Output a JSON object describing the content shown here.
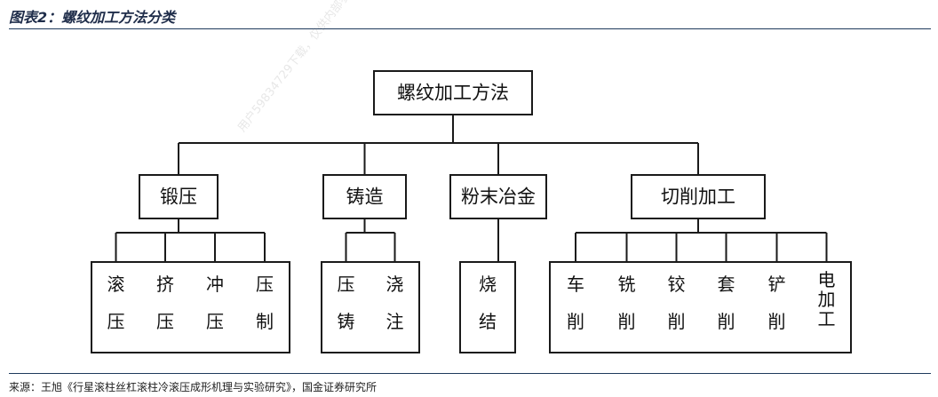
{
  "figure": {
    "title": "图表2：螺纹加工方法分类",
    "source": "来源：王旭《行星滚柱丝杠滚柱冷滚压成形机理与实验研究》，国金证券研究所",
    "watermark": "用户59834729下载，仅供内部参考"
  },
  "tree": {
    "root": "螺纹加工方法",
    "categories": [
      {
        "name": "锻压",
        "children": [
          [
            "滚",
            "压"
          ],
          [
            "挤",
            "压"
          ],
          [
            "冲",
            "压"
          ],
          [
            "压",
            "制"
          ]
        ]
      },
      {
        "name": "铸造",
        "children": [
          [
            "压",
            "铸"
          ],
          [
            "浇",
            "注"
          ]
        ]
      },
      {
        "name": "粉末冶金",
        "children": [
          [
            "烧",
            "结"
          ]
        ]
      },
      {
        "name": "切削加工",
        "children": [
          [
            "车",
            "削"
          ],
          [
            "铣",
            "削"
          ],
          [
            "铰",
            "削"
          ],
          [
            "套",
            "削"
          ],
          [
            "铲",
            "削"
          ],
          [
            "电",
            "加",
            "工"
          ]
        ]
      }
    ]
  },
  "colors": {
    "line": "#1a1a1a",
    "rule": "#1f3a5c",
    "title": "#1f2d4a"
  }
}
